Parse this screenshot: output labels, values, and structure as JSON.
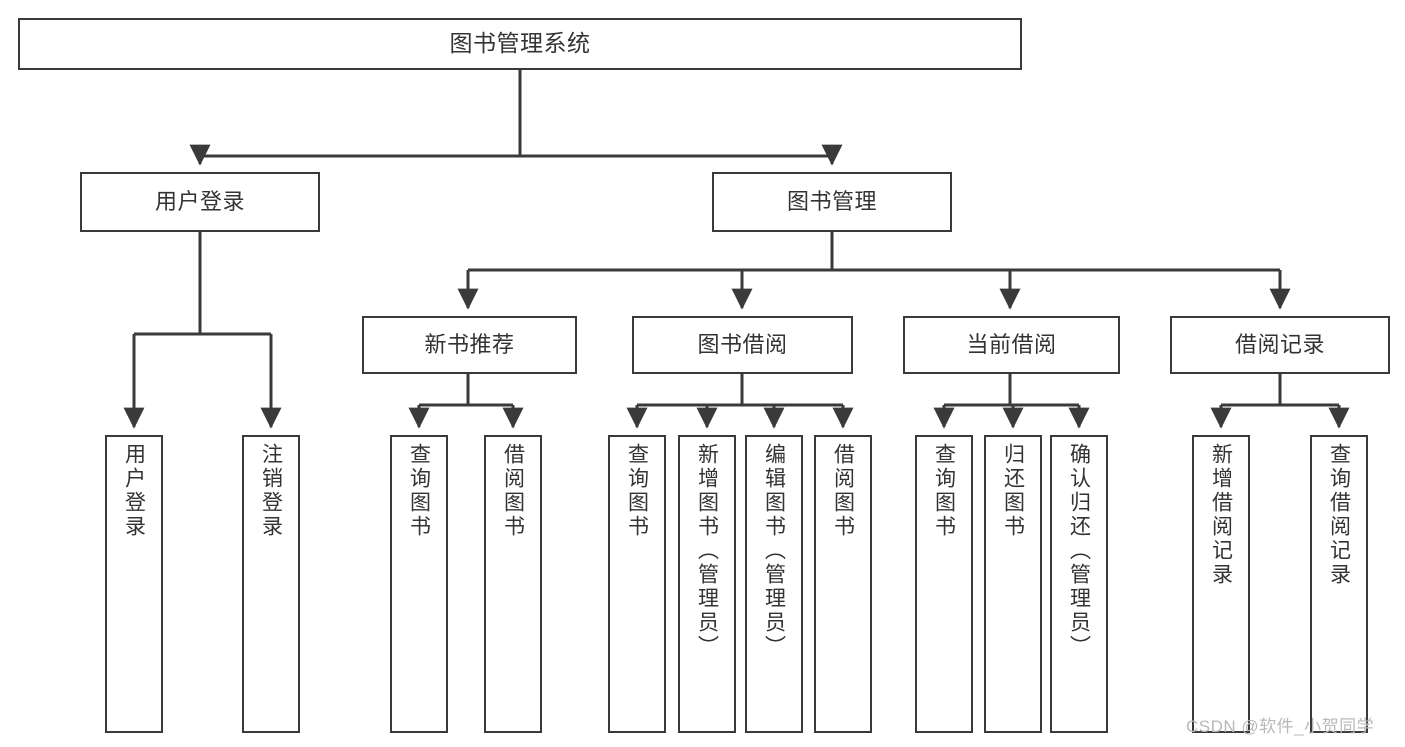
{
  "diagram": {
    "type": "tree-hierarchy-chart",
    "title": "图书管理系统",
    "background_color": "#ffffff",
    "line_color": "#3a3a3a",
    "text_color": "#333333",
    "watermark": "CSDN @软件_小贺同学",
    "levels": [
      {
        "level": 1,
        "nodes": [
          {
            "id": "root",
            "label": "图书管理系统",
            "orientation": "horizontal"
          }
        ]
      },
      {
        "level": 2,
        "nodes": [
          {
            "id": "user-login",
            "label": "用户登录",
            "orientation": "horizontal",
            "parent": "root"
          },
          {
            "id": "book-manage",
            "label": "图书管理",
            "orientation": "horizontal",
            "parent": "root"
          }
        ]
      },
      {
        "level": 3,
        "nodes": [
          {
            "id": "new-book-rec",
            "label": "新书推荐",
            "orientation": "horizontal",
            "parent": "book-manage"
          },
          {
            "id": "book-borrow",
            "label": "图书借阅",
            "orientation": "horizontal",
            "parent": "book-manage"
          },
          {
            "id": "current-borrow",
            "label": "当前借阅",
            "orientation": "horizontal",
            "parent": "book-manage"
          },
          {
            "id": "borrow-record",
            "label": "借阅记录",
            "orientation": "horizontal",
            "parent": "book-manage"
          }
        ]
      },
      {
        "level": 4,
        "nodes": [
          {
            "id": "leaf-user-login",
            "label": "用户登录",
            "orientation": "vertical",
            "parent": "user-login"
          },
          {
            "id": "leaf-logout",
            "label": "注销登录",
            "orientation": "vertical",
            "parent": "user-login"
          },
          {
            "id": "leaf-query-book-1",
            "label": "查询图书",
            "orientation": "vertical",
            "parent": "new-book-rec"
          },
          {
            "id": "leaf-borrow-book-1",
            "label": "借阅图书",
            "orientation": "vertical",
            "parent": "new-book-rec"
          },
          {
            "id": "leaf-query-book-2",
            "label": "查询图书",
            "orientation": "vertical",
            "parent": "book-borrow"
          },
          {
            "id": "leaf-add-book",
            "label": "新增图书（管理员）",
            "orientation": "vertical",
            "parent": "book-borrow"
          },
          {
            "id": "leaf-edit-book",
            "label": "编辑图书（管理员）",
            "orientation": "vertical",
            "parent": "book-borrow"
          },
          {
            "id": "leaf-borrow-book-2",
            "label": "借阅图书",
            "orientation": "vertical",
            "parent": "book-borrow"
          },
          {
            "id": "leaf-query-book-3",
            "label": "查询图书",
            "orientation": "vertical",
            "parent": "current-borrow"
          },
          {
            "id": "leaf-return-book",
            "label": "归还图书",
            "orientation": "vertical",
            "parent": "current-borrow"
          },
          {
            "id": "leaf-confirm-return",
            "label": "确认归还（管理员）",
            "orientation": "vertical",
            "parent": "current-borrow"
          },
          {
            "id": "leaf-add-record",
            "label": "新增借阅记录",
            "orientation": "vertical",
            "parent": "borrow-record"
          },
          {
            "id": "leaf-query-record",
            "label": "查询借阅记录",
            "orientation": "vertical",
            "parent": "borrow-record"
          }
        ]
      }
    ]
  }
}
